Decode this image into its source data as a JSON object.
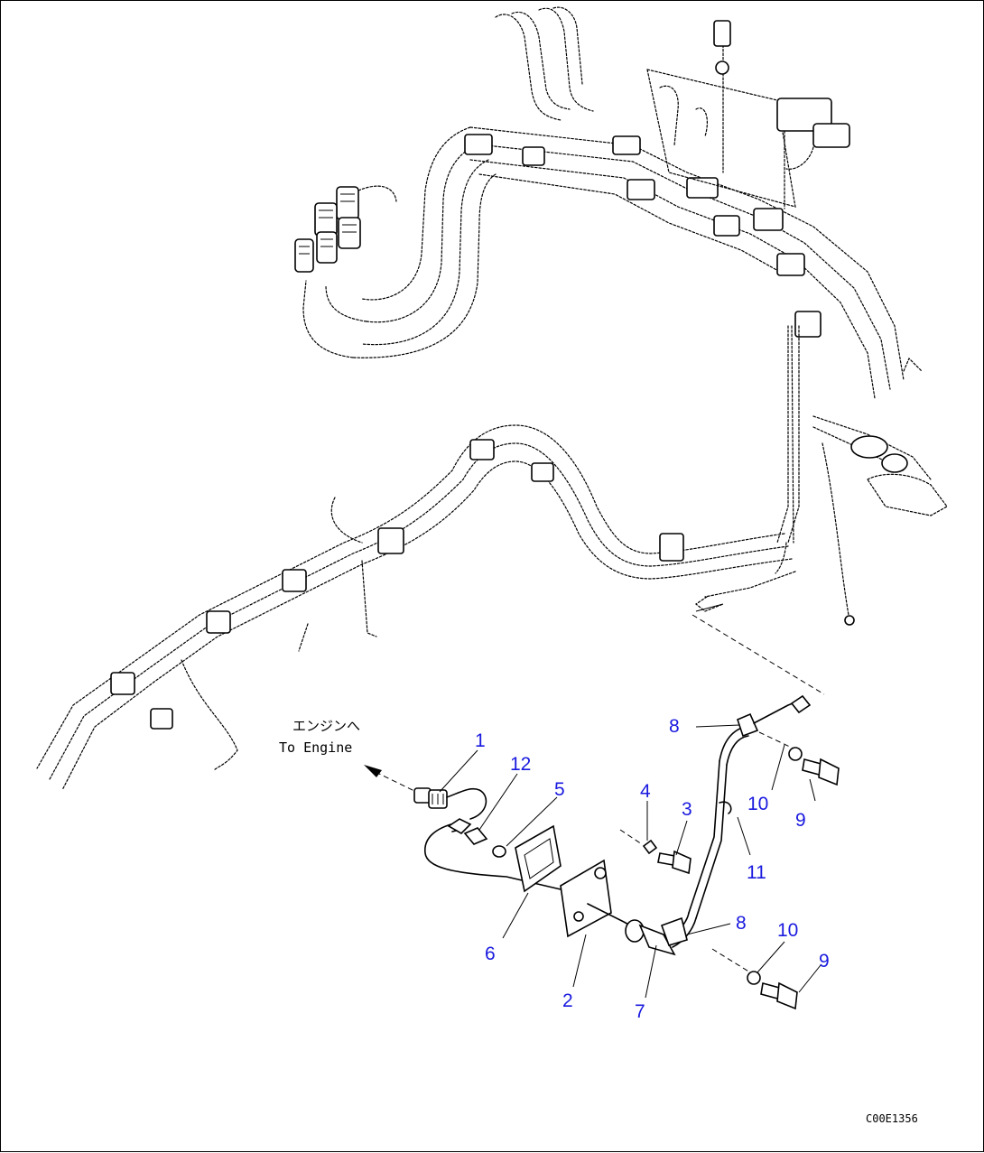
{
  "diagram": {
    "engine_label_jp": "エンジンへ",
    "engine_label_en": "To Engine",
    "drawing_code": "C00E1356",
    "callouts": [
      {
        "id": "c1",
        "label": "1"
      },
      {
        "id": "c12",
        "label": "12"
      },
      {
        "id": "c5",
        "label": "5"
      },
      {
        "id": "c4",
        "label": "4"
      },
      {
        "id": "c3",
        "label": "3"
      },
      {
        "id": "c8a",
        "label": "8"
      },
      {
        "id": "c10a",
        "label": "10"
      },
      {
        "id": "c9a",
        "label": "9"
      },
      {
        "id": "c11",
        "label": "11"
      },
      {
        "id": "c8b",
        "label": "8"
      },
      {
        "id": "c10b",
        "label": "10"
      },
      {
        "id": "c9b",
        "label": "9"
      },
      {
        "id": "c6",
        "label": "6"
      },
      {
        "id": "c2",
        "label": "2"
      },
      {
        "id": "c7",
        "label": "7"
      }
    ]
  }
}
